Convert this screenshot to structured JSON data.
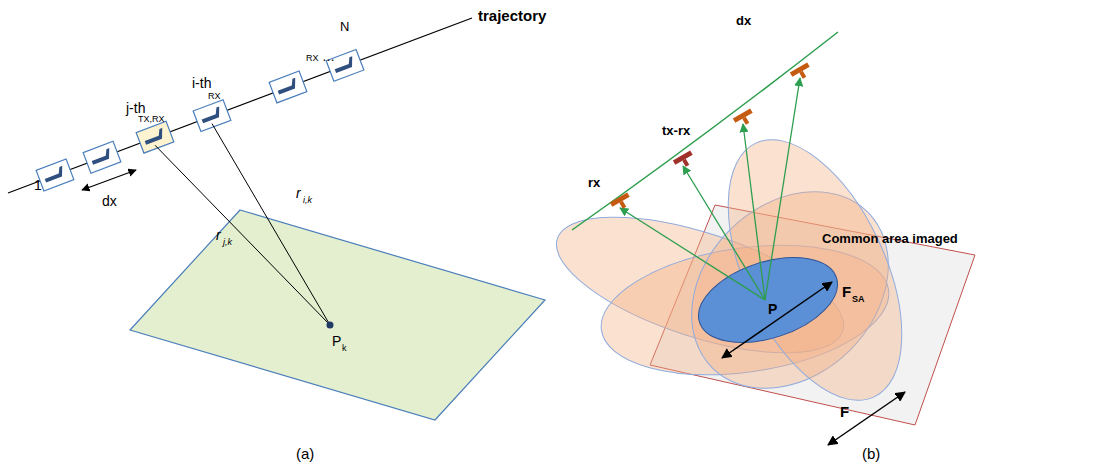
{
  "diagram": {
    "labels": [
      "trajectory",
      "N",
      "RX",
      "…",
      "i-th",
      "RX",
      "j-th",
      "TX,RX",
      "1",
      "dx",
      "r",
      "i,k",
      "r",
      "j,k",
      "P",
      "k",
      "(a)",
      "dx",
      "tx-rx",
      "rx",
      "Common area imaged",
      "P",
      "F",
      "SA",
      "F",
      "(b)"
    ]
  }
}
